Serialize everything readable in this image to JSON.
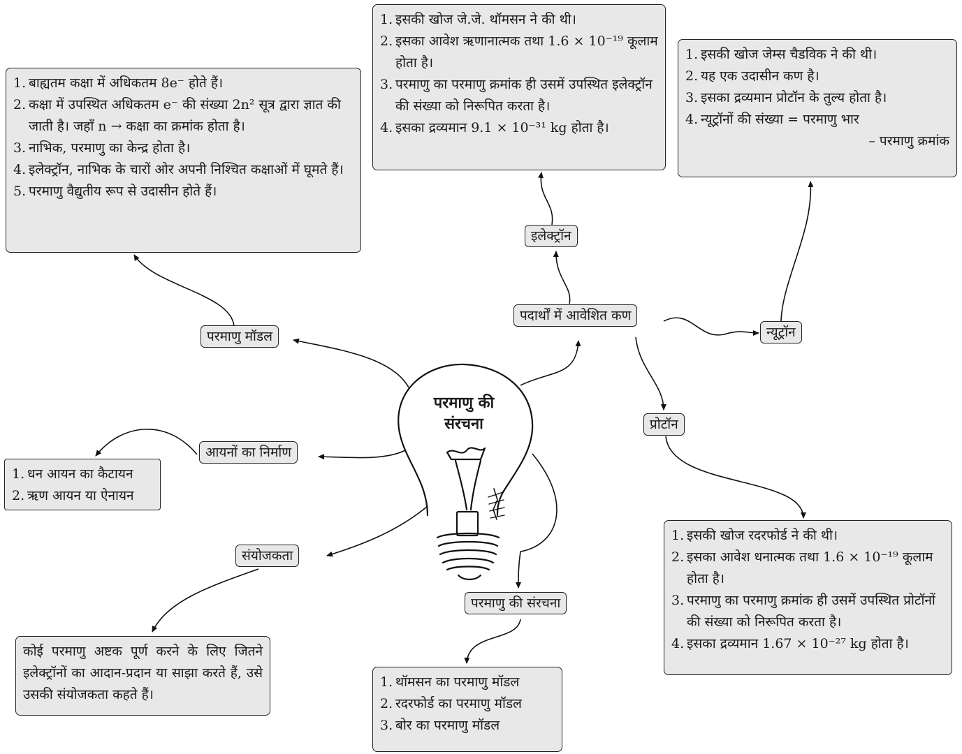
{
  "center": {
    "line1": "परमाणु की",
    "line2": "संरचना"
  },
  "nodes": {
    "paramanu_model": "परमाणु मॉडल",
    "aavishit_kan": "पदार्थों में आवेशित कण",
    "electron": "इलेक्ट्रॉन",
    "neutron": "न्यूट्रॉन",
    "proton": "प्रोटॉन",
    "aayan_nirman": "आयनों का निर्माण",
    "sanyojakta": "संयोजकता",
    "paramanu_sanrachna": "परमाणु की संरचना"
  },
  "boxes": {
    "model": [
      {
        "n": "1.",
        "t": "बाह्यतम कक्षा में अधिकतम 8e⁻ होते हैं।"
      },
      {
        "n": "2.",
        "t": "कक्षा में उपस्थित अधिकतम e⁻ की संख्या 2n² सूत्र द्वारा ज्ञात की जाती है। जहाँ n → कक्षा का क्रमांक होता है।"
      },
      {
        "n": "3.",
        "t": "नाभिक, परमाणु का केन्द्र होता है।"
      },
      {
        "n": "4.",
        "t": "इलेक्ट्रॉन, नाभिक के चारों ओर अपनी निश्चित कक्षाओं में घूमते हैं।"
      },
      {
        "n": "5.",
        "t": "परमाणु वैद्युतीय रूप से उदासीन होते हैं।"
      }
    ],
    "electron": [
      {
        "n": "1.",
        "t": "इसकी खोज जे.जे. थॉमसन ने की थी।"
      },
      {
        "n": "2.",
        "t": "इसका आवेश ऋणानात्मक तथा 1.6 × 10⁻¹⁹ कूलाम होता है।"
      },
      {
        "n": "3.",
        "t": "परमाणु का परमाणु क्रमांक ही उसमें उपस्थित इलेक्ट्रॉन की संख्या को निरूपित करता है।"
      },
      {
        "n": "4.",
        "t": "इसका द्रव्यमान 9.1 × 10⁻³¹ kg होता है।"
      }
    ],
    "neutron": [
      {
        "n": "1.",
        "t": "इसकी खोज जेम्स चैडविक ने की थी।"
      },
      {
        "n": "2.",
        "t": "यह एक उदासीन कण है।"
      },
      {
        "n": "3.",
        "t": "इसका द्रव्यमान प्रोटॉन के तुल्य होता है।"
      },
      {
        "n": "4.",
        "t": "न्यूट्रॉनों की संख्या = परमाणु भार"
      }
    ],
    "neutron_tail": "– परमाणु क्रमांक",
    "proton": [
      {
        "n": "1.",
        "t": "इसकी खोज रदरफोर्ड ने की थी।"
      },
      {
        "n": "2.",
        "t": "इसका आवेश धनात्मक तथा 1.6 × 10⁻¹⁹ कूलाम होता है।"
      },
      {
        "n": "3.",
        "t": "परमाणु का परमाणु क्रमांक ही उसमें उपस्थित प्रोटॉनों की संख्या को निरूपित करता है।"
      },
      {
        "n": "4.",
        "t": "इसका द्रव्यमान 1.67 × 10⁻²⁷ kg होता है।"
      }
    ],
    "ions": [
      {
        "n": "1.",
        "t": "धन आयन का कैटायन"
      },
      {
        "n": "2.",
        "t": "ऋण आयन या ऐनायन"
      }
    ],
    "valency": "कोई परमाणु अष्टक पूर्ण करने के लिए जितने इलेक्ट्रॉनों का आदान-प्रदान या साझा करते हैं, उसे उसकी संयोजकता कहते हैं।",
    "models": [
      {
        "n": "1.",
        "t": "थॉमसन का परमाणु मॉडल"
      },
      {
        "n": "2.",
        "t": "रदरफोर्ड का परमाणु मॉडल"
      },
      {
        "n": "3.",
        "t": "बोर का परमाणु मॉडल"
      }
    ]
  }
}
